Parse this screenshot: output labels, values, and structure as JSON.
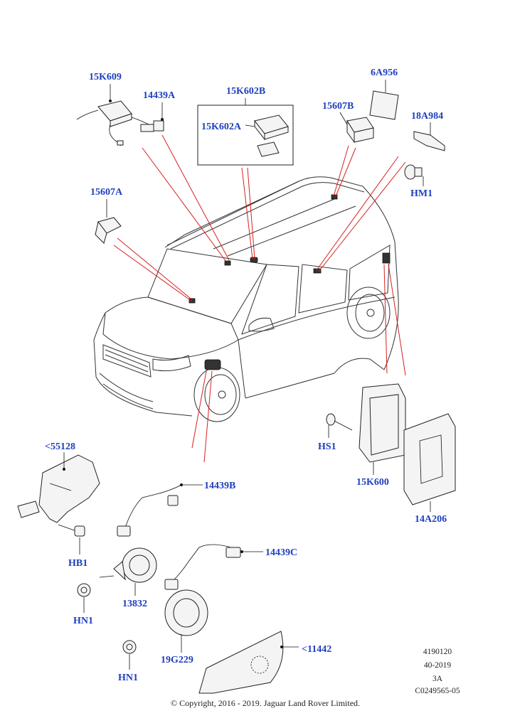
{
  "callouts": {
    "c15K609": "15K609",
    "c14439A": "14439A",
    "c15K602B": "15K602B",
    "c15K602A": "15K602A",
    "c6A956": "6A956",
    "c15607B": "15607B",
    "c18A984": "18A984",
    "cHM1": "HM1",
    "c15607A": "15607A",
    "c55128": "<55128",
    "c14439B": "14439B",
    "cHB1": "HB1",
    "c14439C": "14439C",
    "cHS1": "HS1",
    "c15K600": "15K600",
    "c14A206": "14A206",
    "c13832": "13832",
    "cHN1a": "HN1",
    "c19G229": "19G229",
    "cHN1b": "HN1",
    "c11442": "<11442"
  },
  "meta": {
    "line1": "4190120",
    "line2": "40-2019",
    "line3": "3A",
    "line4": "C0249565-05"
  },
  "copyright": "© Copyright, 2016 - 2019. Jaguar Land Rover Limited.",
  "colors": {
    "callout": "#1f3fbf",
    "leader_red": "#d62020"
  }
}
